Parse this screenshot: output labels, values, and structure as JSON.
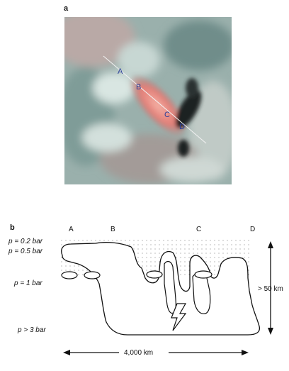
{
  "panel_a": {
    "label": "a",
    "points": [
      "A",
      "B",
      "C",
      "D"
    ]
  },
  "panel_b": {
    "label": "b",
    "columns": [
      "A",
      "B",
      "C",
      "D"
    ],
    "pressure_levels": [
      "p = 0.2 bar",
      "p = 0.5 bar",
      "p = 1 bar",
      "p > 3 bar"
    ],
    "height_label": "> 50 km",
    "width_label": "4,000 km"
  },
  "colors": {
    "point_label": "#2a3f9a",
    "storm": "#e07a78",
    "cloud_bg": "#8fa8a4"
  }
}
